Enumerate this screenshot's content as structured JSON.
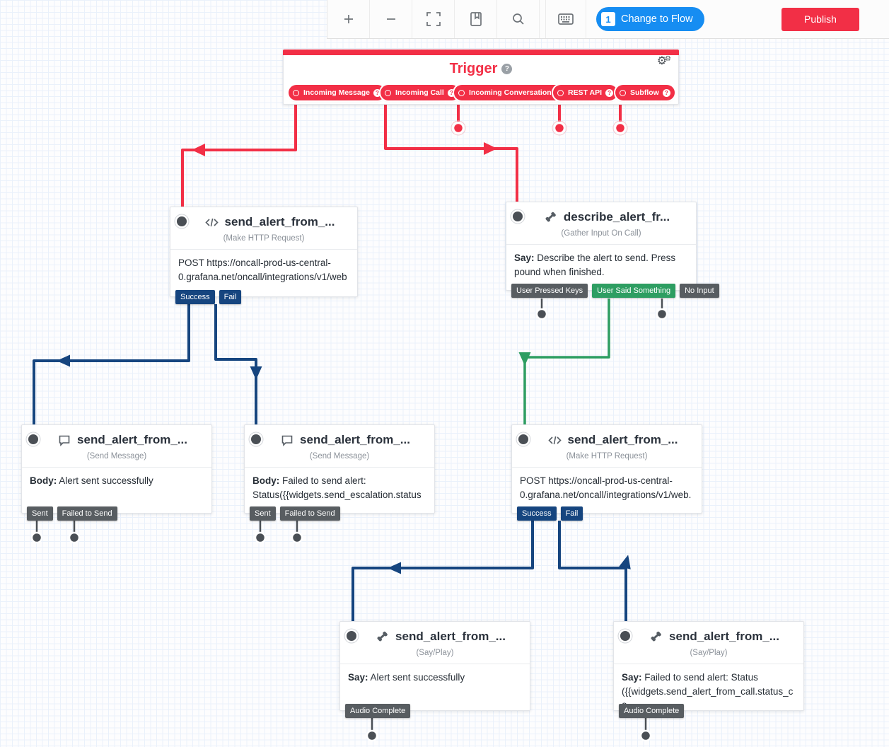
{
  "toolbar": {
    "icons": [
      "zoom-in",
      "zoom-out",
      "fit-view",
      "changelog",
      "search",
      "keyboard-shortcuts"
    ],
    "change_to_flow": {
      "badge": "1",
      "label": "Change to Flow"
    },
    "publish_label": "Publish"
  },
  "trigger": {
    "title": "Trigger",
    "help_symbol": "?",
    "pills": [
      {
        "label": "Incoming Message"
      },
      {
        "label": "Incoming Call"
      },
      {
        "label": "Incoming Conversation"
      },
      {
        "label": "REST API"
      },
      {
        "label": "Subflow"
      }
    ]
  },
  "widgets": [
    {
      "title": "send_alert_from_...",
      "type": "(Make HTTP Request)",
      "icon": "code-icon",
      "body_label": "",
      "body_text": "POST https://oncall-prod-us-central-0.grafana.net/oncall/integrations/v1/web...",
      "tags": [
        {
          "label": "Success"
        },
        {
          "label": "Fail"
        }
      ]
    },
    {
      "title": "describe_alert_fr...",
      "type": "(Gather Input On Call)",
      "icon": "phone-icon",
      "body_label": "Say:",
      "body_text": " Describe the alert to send. Press pound when finished.",
      "tags": [
        {
          "label": "User Pressed Keys"
        },
        {
          "label": "User Said Something"
        },
        {
          "label": "No Input"
        }
      ]
    },
    {
      "title": "send_alert_from_...",
      "type": "(Send Message)",
      "icon": "chat-icon",
      "body_label": "Body:",
      "body_text": " Alert sent successfully",
      "tags": [
        {
          "label": "Sent"
        },
        {
          "label": "Failed to Send"
        }
      ]
    },
    {
      "title": "send_alert_from_...",
      "type": "(Send Message)",
      "icon": "chat-icon",
      "body_label": "Body:",
      "body_text": " Failed to send alert: Status({{widgets.send_escalation.status_...",
      "tags": [
        {
          "label": "Sent"
        },
        {
          "label": "Failed to Send"
        }
      ]
    },
    {
      "title": "send_alert_from_...",
      "type": "(Make HTTP Request)",
      "icon": "code-icon",
      "body_label": "",
      "body_text": "POST https://oncall-prod-us-central-0.grafana.net/oncall/integrations/v1/web...",
      "tags": [
        {
          "label": "Success"
        },
        {
          "label": "Fail"
        }
      ]
    },
    {
      "title": "send_alert_from_...",
      "type": "(Say/Play)",
      "icon": "phone-icon",
      "body_label": "Say:",
      "body_text": " Alert sent successfully",
      "tags": [
        {
          "label": "Audio Complete"
        }
      ]
    },
    {
      "title": "send_alert_from_...",
      "type": "(Say/Play)",
      "icon": "phone-icon",
      "body_label": "Say:",
      "body_text": " Failed to send alert: Status ({{widgets.send_alert_from_call.status_co...",
      "tags": [
        {
          "label": "Audio Complete"
        }
      ]
    }
  ],
  "colors": {
    "accent_red": "#F22F46",
    "navy": "#16457F",
    "green": "#2E9E62",
    "gray_tag": "#585D61",
    "blue_button": "#168DF2"
  }
}
